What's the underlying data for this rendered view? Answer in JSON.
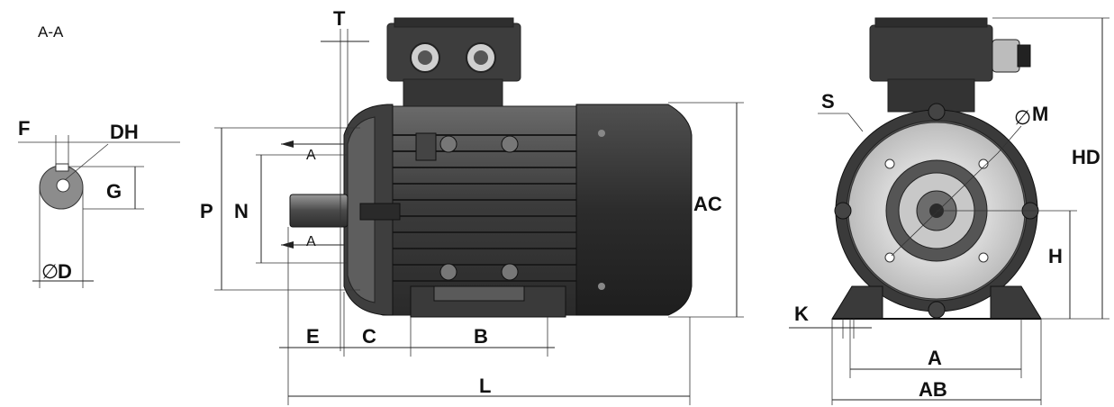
{
  "section_label": "A-A",
  "cut_marker": "A",
  "dimension_labels": {
    "F": "F",
    "DH": "DH",
    "G": "G",
    "D": "D",
    "diameter_symbol": "∅",
    "T": "T",
    "P": "P",
    "N": "N",
    "AC": "AC",
    "E": "E",
    "C": "C",
    "B": "B",
    "L": "L",
    "S": "S",
    "M": "M",
    "HD": "HD",
    "H": "H",
    "K": "K",
    "A": "A",
    "AB": "AB"
  },
  "colors": {
    "body_dark": "#3a3a3a",
    "body_mid": "#555555",
    "body_light": "#7a7a7a",
    "flange_face": "#d6d6d6",
    "line": "#222222"
  }
}
